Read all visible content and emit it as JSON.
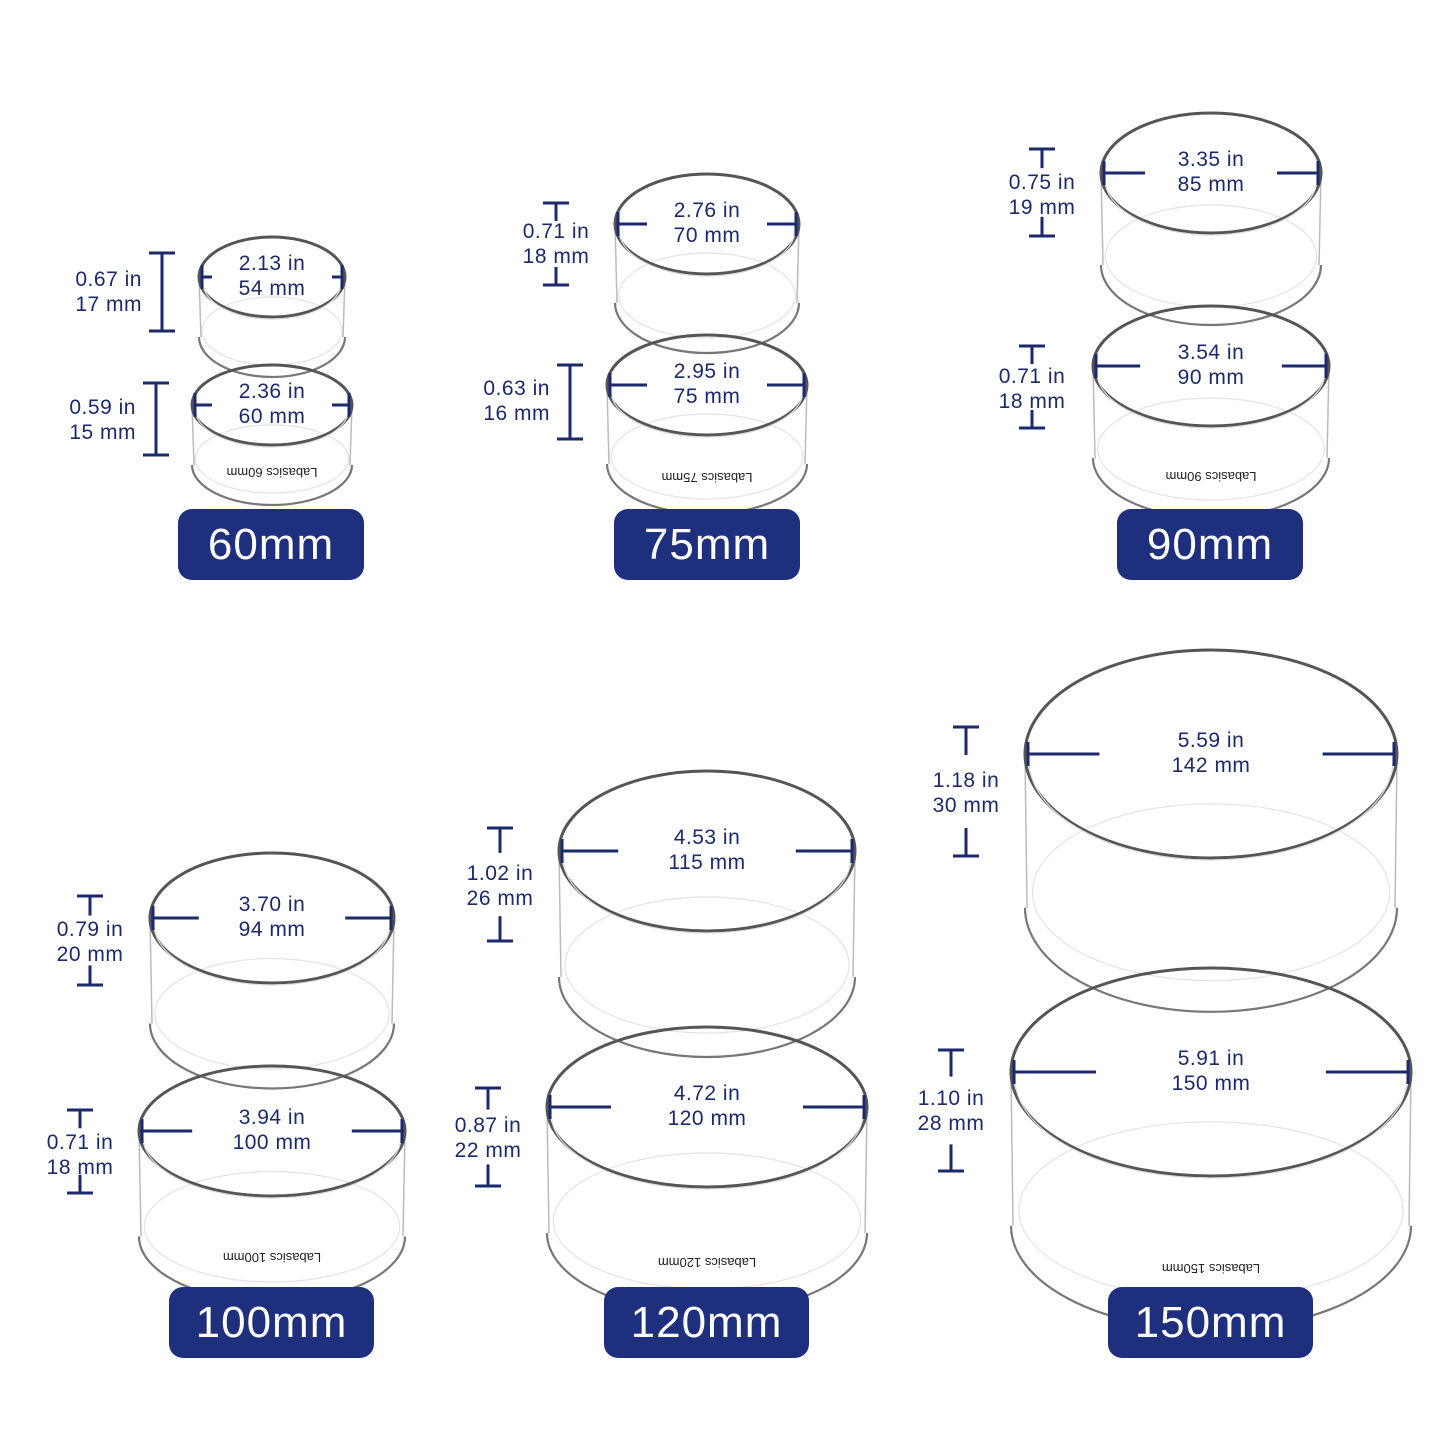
{
  "colors": {
    "badge_bg": "#1e2f7e",
    "badge_text": "#ffffff",
    "dimension_text": "#1a2a6c",
    "glass_edge": "#555555",
    "background": "#ffffff"
  },
  "groups": [
    {
      "size_label": "60mm",
      "lid": {
        "diameter_in": "2.13 in",
        "diameter_mm": "54 mm",
        "height_in": "0.67 in",
        "height_mm": "17 mm"
      },
      "base": {
        "diameter_in": "2.36 in",
        "diameter_mm": "60 mm",
        "height_in": "0.59 in",
        "height_mm": "15 mm",
        "brand_text": "Labasics 60mm"
      }
    },
    {
      "size_label": "75mm",
      "lid": {
        "diameter_in": "2.76 in",
        "diameter_mm": "70 mm",
        "height_in": "0.71 in",
        "height_mm": "18 mm"
      },
      "base": {
        "diameter_in": "2.95 in",
        "diameter_mm": "75 mm",
        "height_in": "0.63 in",
        "height_mm": "16 mm",
        "brand_text": "Labasics 75mm"
      }
    },
    {
      "size_label": "90mm",
      "lid": {
        "diameter_in": "3.35 in",
        "diameter_mm": "85 mm",
        "height_in": "0.75 in",
        "height_mm": "19 mm"
      },
      "base": {
        "diameter_in": "3.54 in",
        "diameter_mm": "90 mm",
        "height_in": "0.71 in",
        "height_mm": "18 mm",
        "brand_text": "Labasics 90mm"
      }
    },
    {
      "size_label": "100mm",
      "lid": {
        "diameter_in": "3.70 in",
        "diameter_mm": "94 mm",
        "height_in": "0.79 in",
        "height_mm": "20 mm"
      },
      "base": {
        "diameter_in": "3.94 in",
        "diameter_mm": "100 mm",
        "height_in": "0.71 in",
        "height_mm": "18 mm",
        "brand_text": "Labasics 100mm"
      }
    },
    {
      "size_label": "120mm",
      "lid": {
        "diameter_in": "4.53 in",
        "diameter_mm": "115 mm",
        "height_in": "1.02 in",
        "height_mm": "26 mm"
      },
      "base": {
        "diameter_in": "4.72 in",
        "diameter_mm": "120 mm",
        "height_in": "0.87 in",
        "height_mm": "22 mm",
        "brand_text": "Labasics 120mm"
      }
    },
    {
      "size_label": "150mm",
      "lid": {
        "diameter_in": "5.59 in",
        "diameter_mm": "142 mm",
        "height_in": "1.18 in",
        "height_mm": "30 mm"
      },
      "base": {
        "diameter_in": "5.91 in",
        "diameter_mm": "150 mm",
        "height_in": "1.10 in",
        "height_mm": "28 mm",
        "brand_text": "Labasics 150mm"
      }
    }
  ]
}
